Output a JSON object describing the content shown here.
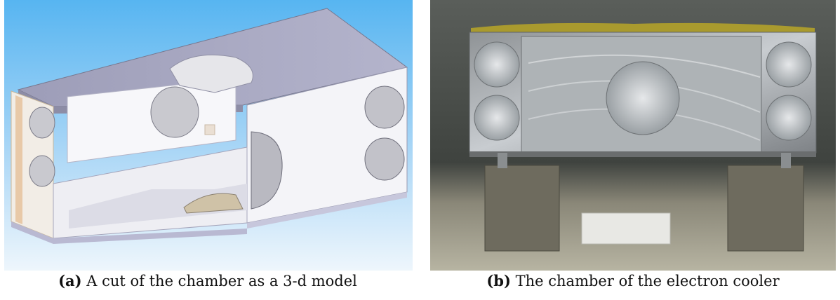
{
  "figures": [
    {
      "label": "(a)",
      "caption": "A cut of the chamber as a 3-d model",
      "image": "cad-cutaway-render"
    },
    {
      "label": "(b)",
      "caption": "The chamber of the electron cooler",
      "image": "photo-of-chamber"
    }
  ],
  "colors": {
    "sky_top": "#5bb8f2",
    "sky_bottom": "#e6f2fb",
    "metal": "#b8bcc2",
    "housing_gray": "#a9a9c2",
    "backdrop": "#6a6e6c"
  }
}
